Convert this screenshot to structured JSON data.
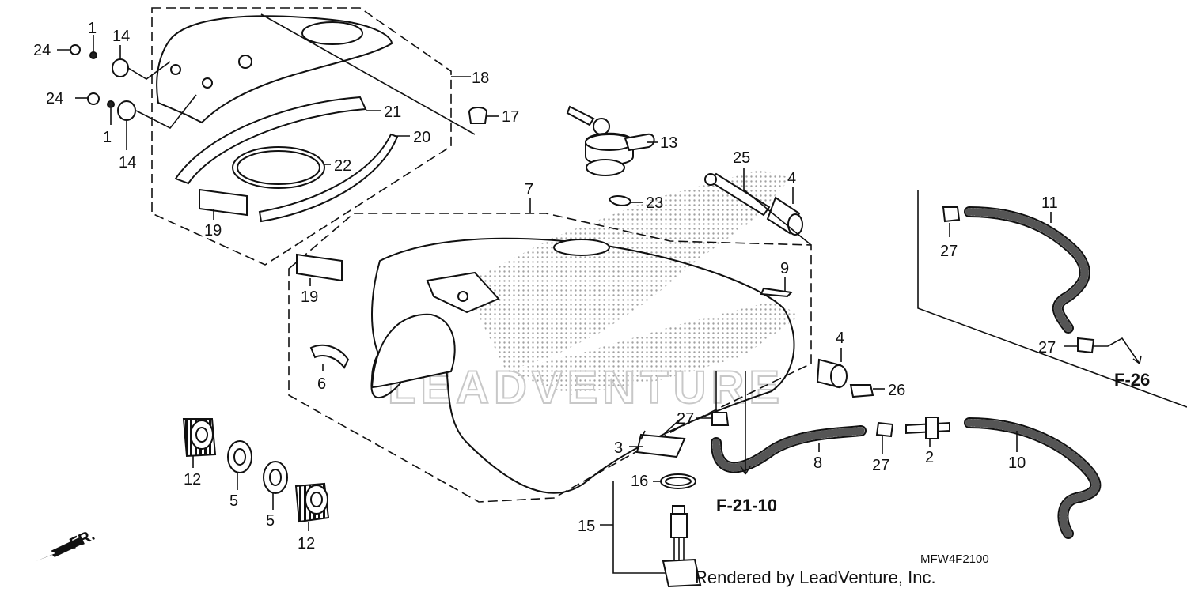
{
  "drawing": {
    "code": "MFW4F2100",
    "credit": "Rendered by LeadVenture, Inc.",
    "watermark": "LEADVENTURE",
    "front_marker": "FR."
  },
  "refs": {
    "f26": "F-26",
    "f2110": "F-21-10"
  },
  "callouts": {
    "c24a": "24",
    "c1a": "1",
    "c14a": "14",
    "c24b": "24",
    "c1b": "1",
    "c14b": "14",
    "c18": "18",
    "c21": "21",
    "c20": "20",
    "c22": "22",
    "c17": "17",
    "c19a": "19",
    "c13": "13",
    "c7": "7",
    "c23": "23",
    "c25": "25",
    "c4a": "4",
    "c19b": "19",
    "c9": "9",
    "c6": "6",
    "c4b": "4",
    "c26": "26",
    "c27a": "27",
    "c11": "11",
    "c27b": "27",
    "c27c": "27",
    "c3": "3",
    "c8": "8",
    "c27d": "27",
    "c2": "2",
    "c10": "10",
    "c12a": "12",
    "c5a": "5",
    "c5b": "5",
    "c12b": "12",
    "c16": "16",
    "c15": "15"
  }
}
